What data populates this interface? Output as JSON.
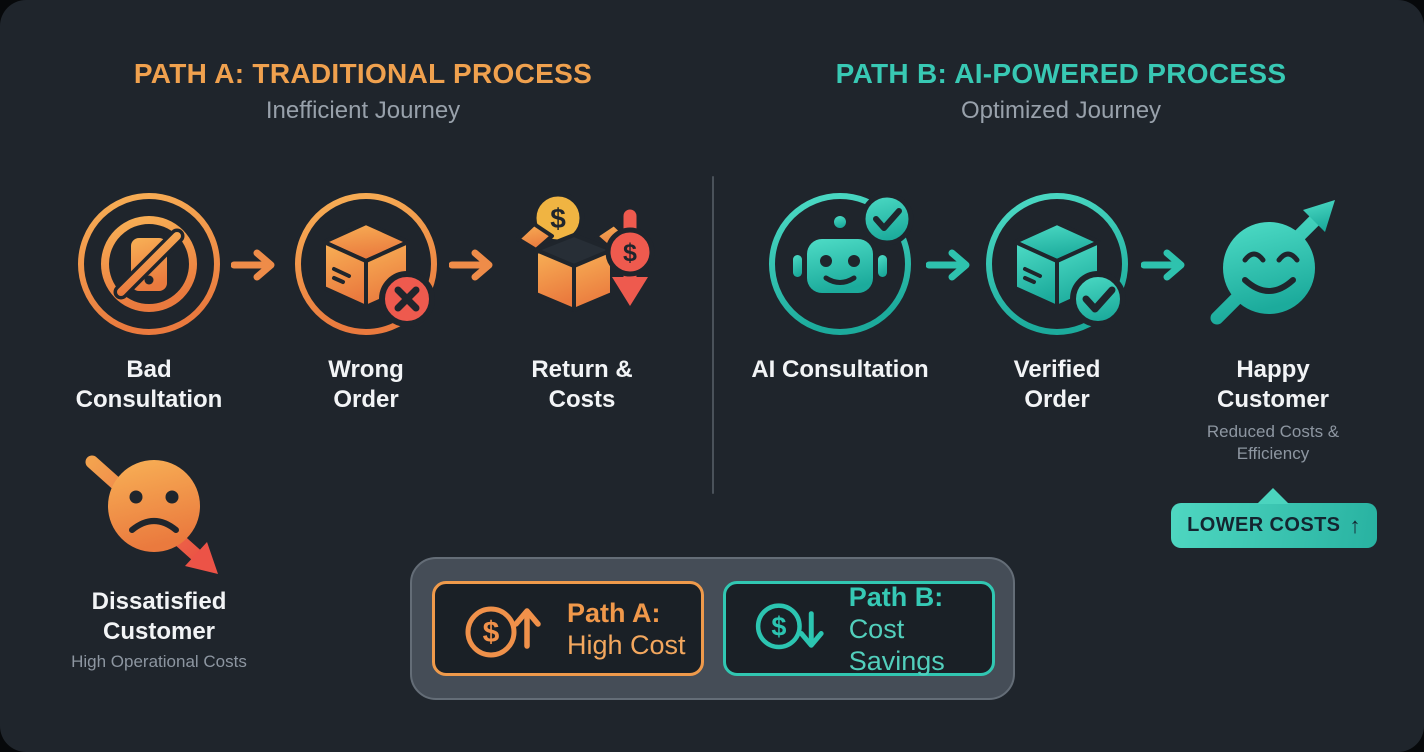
{
  "page": {
    "background": "#07090b",
    "panel_background": "#1f252c"
  },
  "colors": {
    "orange_accent": "#f0a14e",
    "orange_deep": "#ea7a3e",
    "teal_accent": "#38c9b4",
    "teal_deep": "#1cab9c",
    "red_error": "#ee5a4e",
    "gold_coin": "#f0b442",
    "text_white": "#f2f4f6",
    "text_gray": "#98a1ab",
    "divider_gray": "#4a525a",
    "legend_panel": "#454d57"
  },
  "glyphs": {
    "dollar": "$"
  },
  "path_a": {
    "title": "PATH A: TRADITIONAL PROCESS",
    "subtitle": "Inefficient Journey",
    "steps": [
      {
        "label": "Bad Consultation",
        "icon": "no-phone-icon"
      },
      {
        "label": "Wrong Order",
        "icon": "box-error-icon"
      },
      {
        "label": "Return & Costs",
        "icon": "return-costs-icon"
      }
    ],
    "outcome": {
      "label": "Dissatisfied Customer",
      "sublabel": "High Operational Costs",
      "icon": "sad-face-trend-down-icon"
    }
  },
  "path_b": {
    "title": "PATH B: AI-POWERED PROCESS",
    "subtitle": "Optimized Journey",
    "steps": [
      {
        "label": "AI Consultation",
        "icon": "robot-check-icon"
      },
      {
        "label": "Verified Order",
        "icon": "box-check-icon"
      },
      {
        "label": "Happy Customer",
        "sublabel": "Reduced Costs & Efficiency",
        "icon": "happy-face-trend-up-icon"
      }
    ],
    "callout": {
      "label": "LOWER COSTS",
      "arrow": "↑"
    }
  },
  "legend": {
    "items": [
      {
        "title": "Path A:",
        "value": "High Cost",
        "icon": "dollar-up-icon",
        "accent": "#ef9a4b"
      },
      {
        "title": "Path B:",
        "value": "Cost Savings",
        "icon": "dollar-down-icon",
        "accent": "#31c7b2"
      }
    ]
  }
}
